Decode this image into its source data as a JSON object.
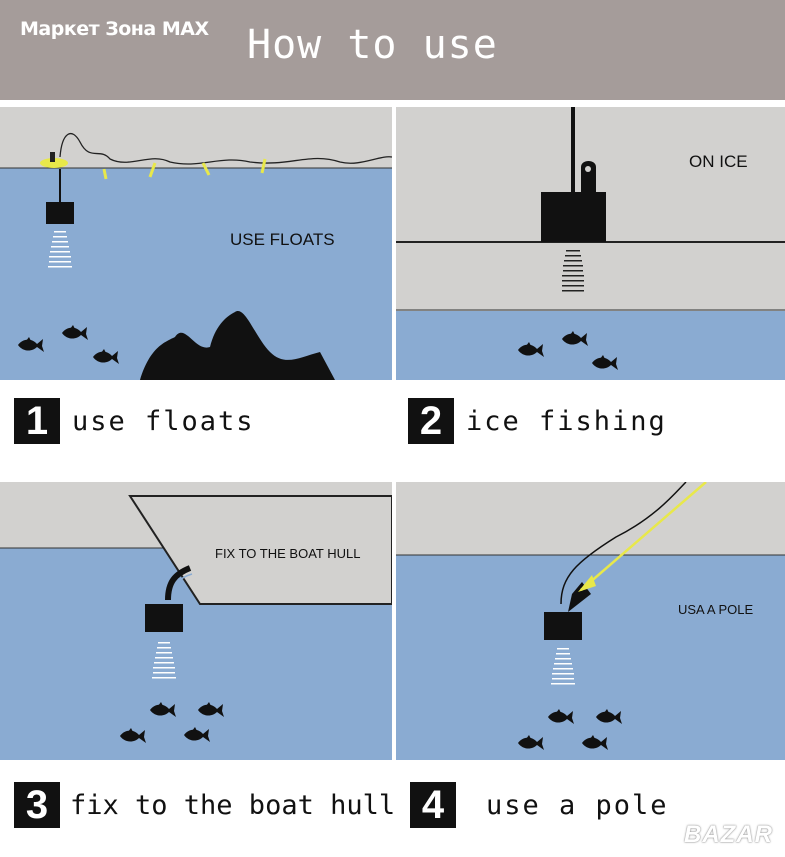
{
  "header": {
    "brand": "Маркет Зона MAX",
    "title": "How to use"
  },
  "panels": [
    {
      "number": "1",
      "caption": "use floats",
      "label": "USE FLOATS"
    },
    {
      "number": "2",
      "caption": "ice fishing",
      "label": "ON ICE"
    },
    {
      "number": "3",
      "caption": "fix to the boat hull",
      "label": "FIX TO THE BOAT HULL"
    },
    {
      "number": "4",
      "caption": "use a pole",
      "label": "USA A POLE"
    }
  ],
  "watermark": "BAZAR",
  "colors": {
    "header": "#a59c9a",
    "sky": "#d2d1cf",
    "water": "#8aabd2",
    "float": "#e8e84a"
  }
}
